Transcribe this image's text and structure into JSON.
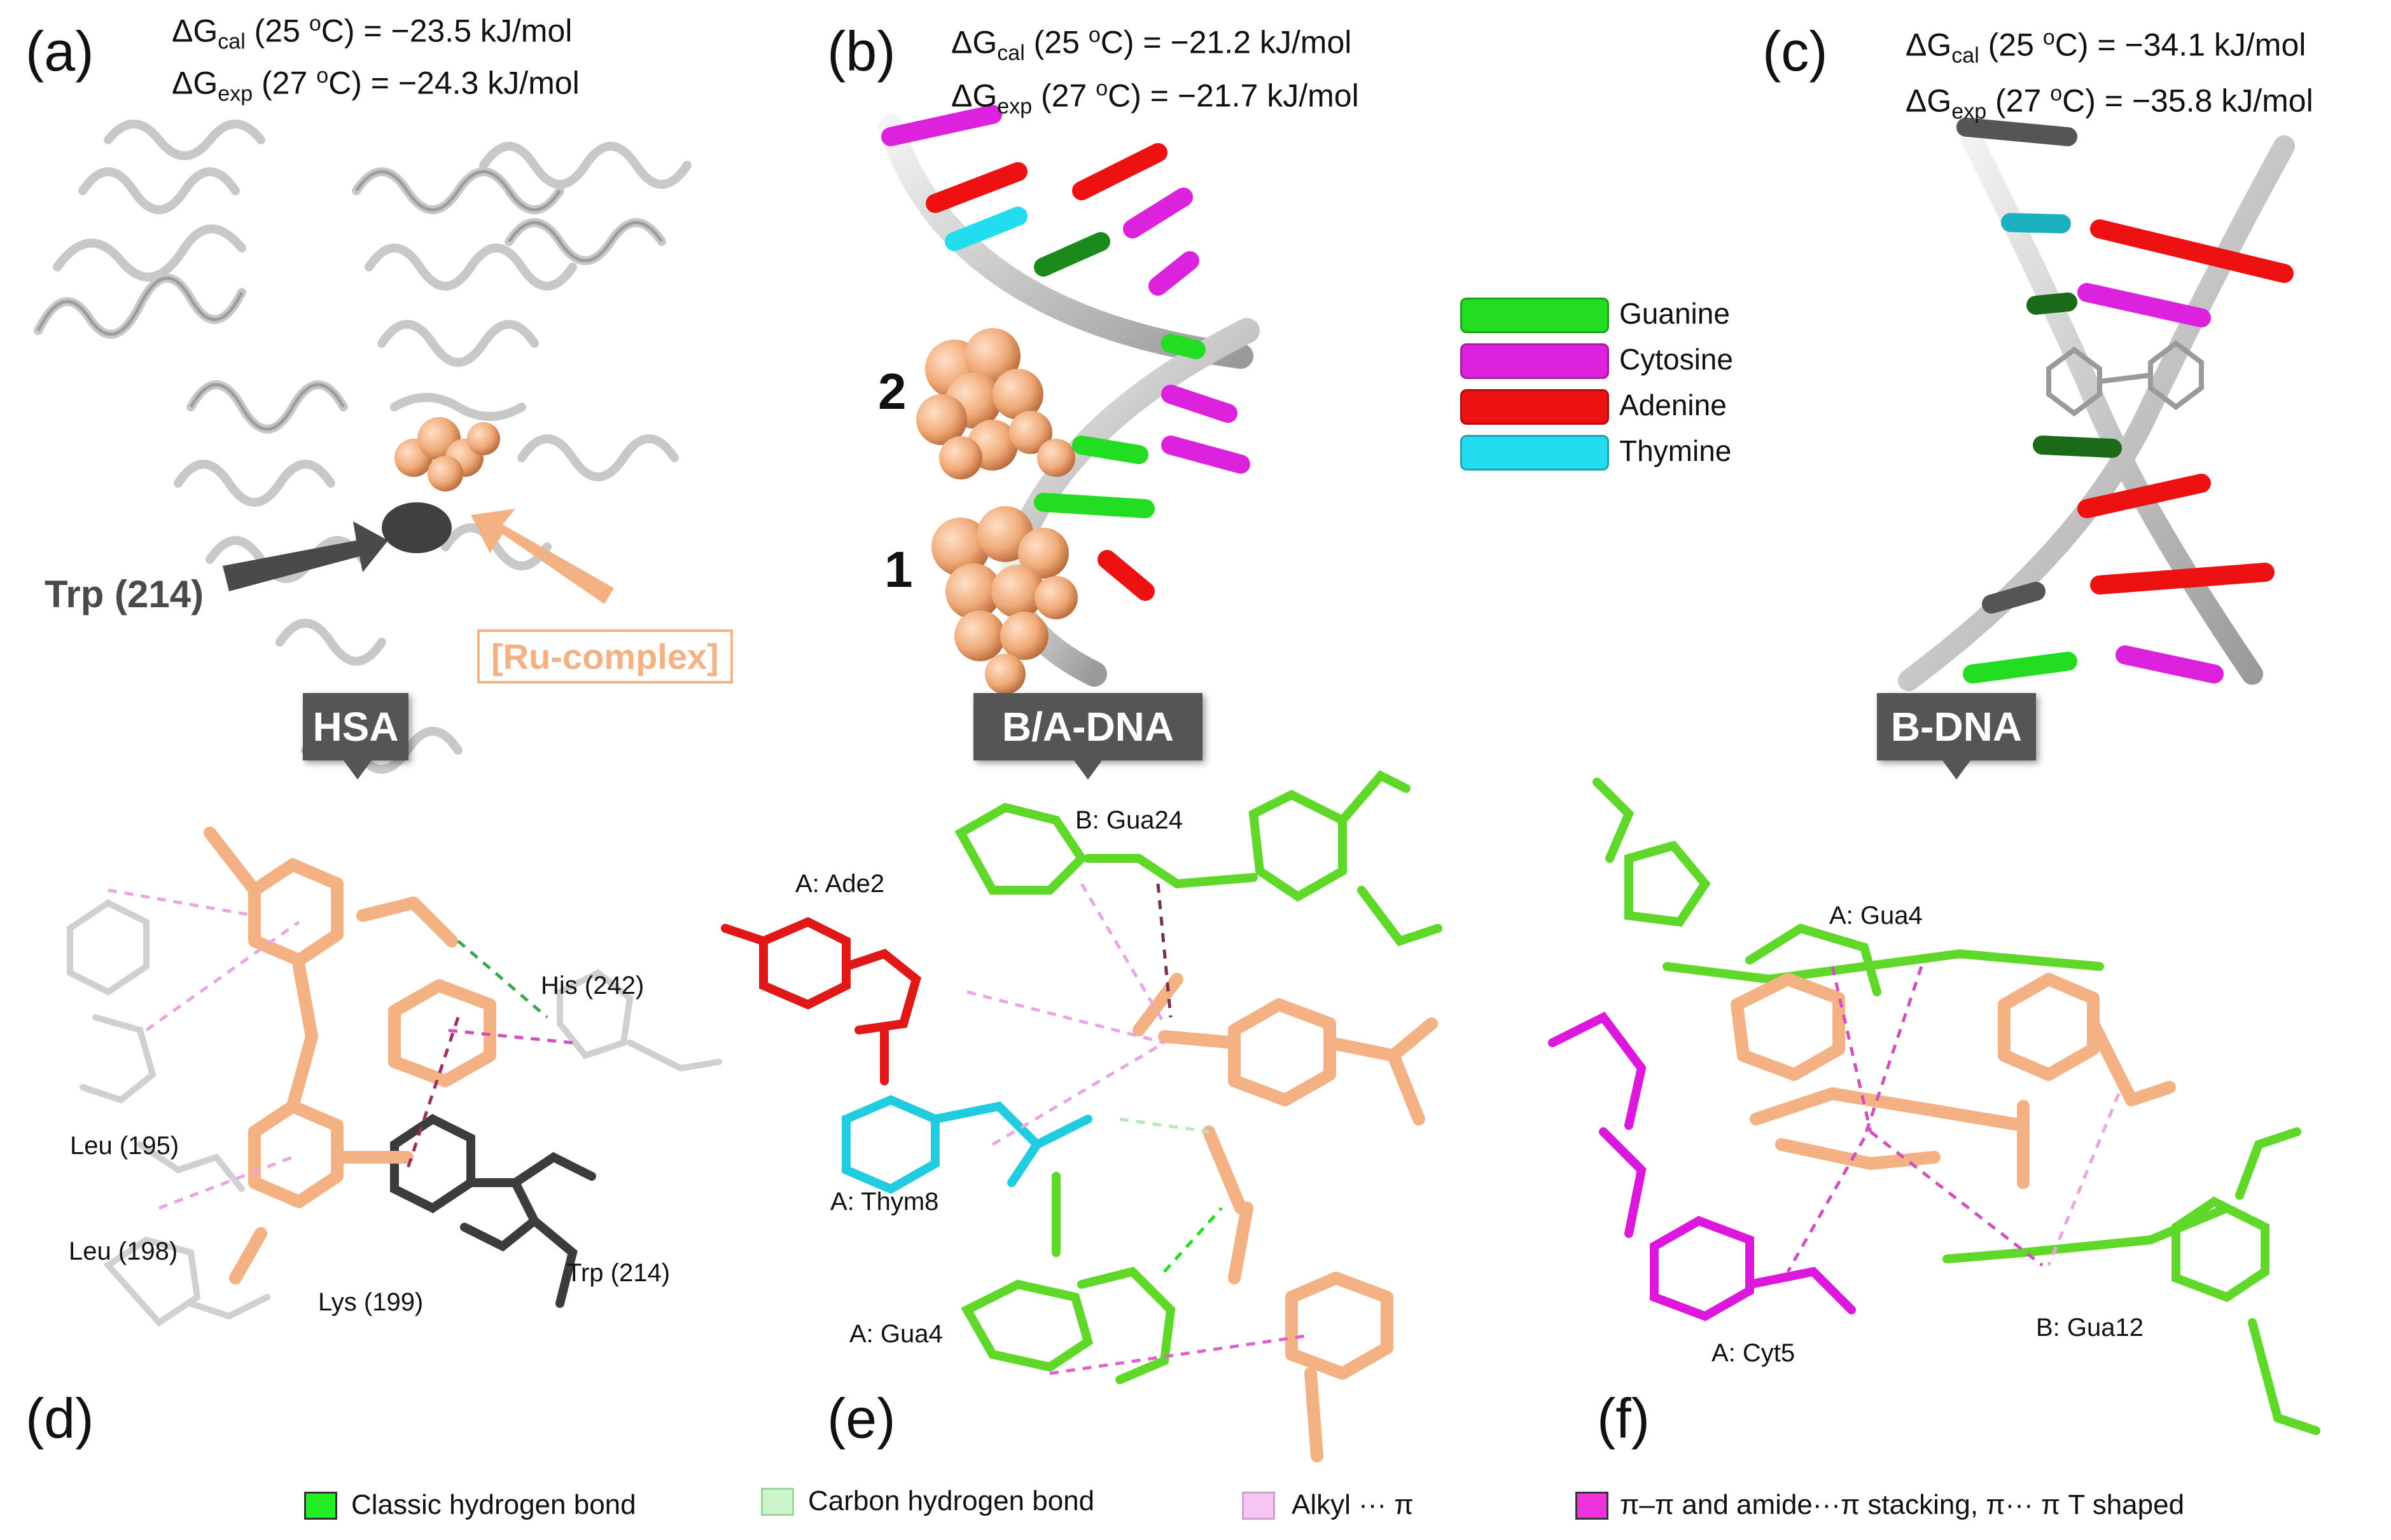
{
  "panels": {
    "a": {
      "letter": "(a)",
      "dg_cal": {
        "prefix": "ΔG",
        "sub": "cal",
        "mid": " (25 ",
        "sup": "o",
        "post": "C) = −23.5 kJ/mol"
      },
      "dg_exp": {
        "prefix": "ΔG",
        "sub": "exp",
        "mid": " (27 ",
        "sup": "o",
        "post": "C) = −24.3 kJ/mol"
      },
      "trp_label": "Trp (214)",
      "ru_label": "[Ru-complex]",
      "callout": "HSA"
    },
    "b": {
      "letter": "(b)",
      "dg_cal": {
        "prefix": "ΔG",
        "sub": "cal",
        "mid": " (25 ",
        "sup": "o",
        "post": "C) = −21.2 kJ/mol"
      },
      "dg_exp": {
        "prefix": "ΔG",
        "sub": "exp",
        "mid": " (27 ",
        "sup": "o",
        "post": "C) = −21.7 kJ/mol"
      },
      "site2": "2",
      "site1": "1",
      "callout": "B/A-DNA"
    },
    "c": {
      "letter": "(c)",
      "dg_cal": {
        "prefix": "ΔG",
        "sub": "cal",
        "mid": " (25 ",
        "sup": "o",
        "post": "C) = −34.1 kJ/mol"
      },
      "dg_exp": {
        "prefix": "ΔG",
        "sub": "exp",
        "mid": " (27 ",
        "sup": "o",
        "post": "C) = −35.8 kJ/mol"
      },
      "callout": "B-DNA"
    },
    "d": {
      "letter": "(d)",
      "residues": {
        "his": "His (242)",
        "leu195": "Leu (195)",
        "leu198": "Leu (198)",
        "lys199": "Lys (199)",
        "trp214": "Trp (214)"
      }
    },
    "e": {
      "letter": "(e)",
      "residues": {
        "gua24": "B: Gua24",
        "ade2": "A: Ade2",
        "thym8": "A: Thym8",
        "gua4": "A: Gua4"
      }
    },
    "f": {
      "letter": "(f)",
      "residues": {
        "gua4": "A: Gua4",
        "cyt5": "A: Cyt5",
        "gua12": "B: Gua12"
      }
    }
  },
  "base_legend": [
    {
      "label": "Guanine",
      "color": "#22dd22"
    },
    {
      "label": "Cytosine",
      "color": "#dd22dd"
    },
    {
      "label": "Adenine",
      "color": "#ee1111"
    },
    {
      "label": "Thymine",
      "color": "#22ddee"
    }
  ],
  "interaction_legend": [
    {
      "label": "Classic hydrogen bond",
      "color": "#22ee22"
    },
    {
      "label": "Carbon hydrogen bond",
      "color": "#ccf5cc"
    },
    {
      "label": "Alkyl ··· π",
      "color": "#f5c6f0"
    },
    {
      "label": "π–π and amide···π stacking, π··· π  T shaped",
      "color": "#ee33dd"
    }
  ],
  "colors": {
    "ligand": "#f4b183",
    "protein": "#d9d9d9",
    "trp": "#404040"
  }
}
